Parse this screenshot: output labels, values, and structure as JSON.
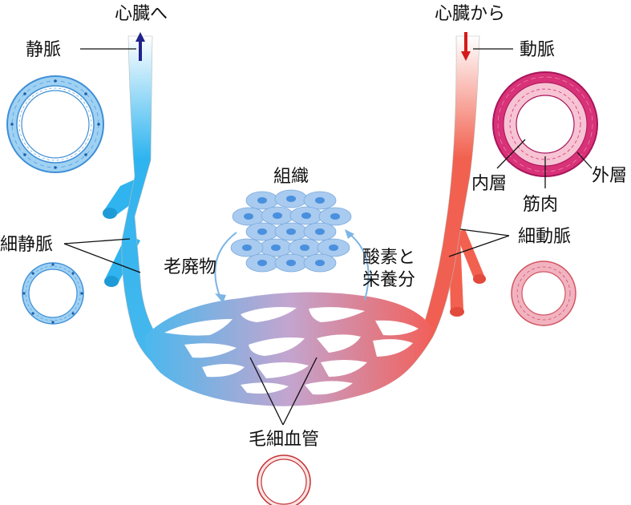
{
  "labels": {
    "to_heart": "心臓へ",
    "from_heart": "心臓から",
    "vein": "静脈",
    "artery": "動脈",
    "venule": "細静脈",
    "arteriole": "細動脈",
    "tissue": "組織",
    "waste": "老廃物",
    "oxygen_line1": "酸素と",
    "oxygen_line2": "栄養分",
    "capillary": "毛細血管",
    "inner_layer": "内層",
    "muscle_layer": "筋肉",
    "outer_layer": "外層"
  },
  "colors": {
    "vein_blue": "#2fb4ef",
    "artery_red": "#f2614f",
    "capillary_mid": "#c3a5cf",
    "cell_fill": "#a9cbef",
    "cell_nucleus": "#4a90de",
    "artery_wall": "#d83278",
    "vein_wall": "#3f8fd6",
    "arrow_blue": "#22228c",
    "arrow_red": "#d41a1a"
  }
}
